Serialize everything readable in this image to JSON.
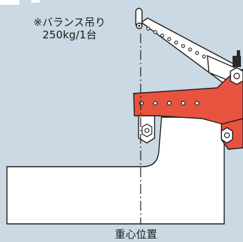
{
  "annotations": {
    "balance_note": "※バランス吊り",
    "load_note": "250kg/1台",
    "center_of_gravity": "重心位置"
  },
  "colors": {
    "background": "#cad9e3",
    "clamp_body": "#e8533f",
    "outline": "#1a1a1a",
    "workpiece": "#ffffff",
    "lever": "#ffffff",
    "accent_dark": "#2a2a2a"
  }
}
